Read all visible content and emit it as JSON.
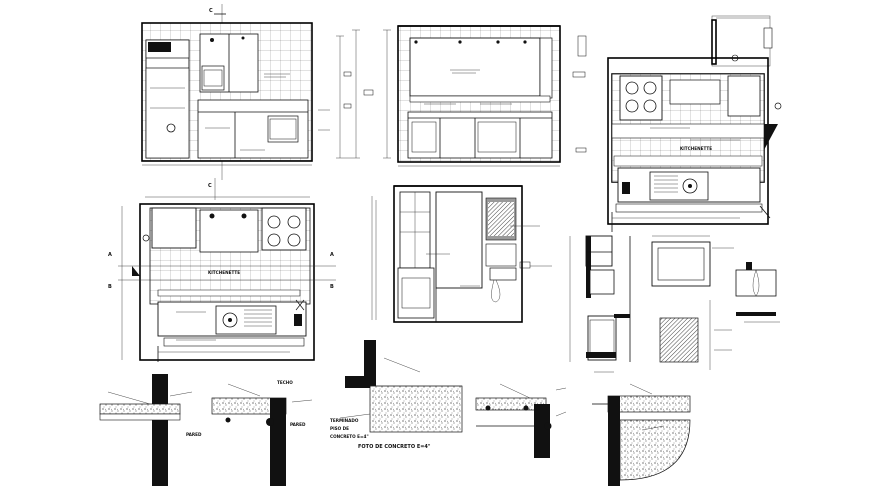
{
  "section_marks": {
    "c_top": "C",
    "c_mid": "C",
    "a_left": "A",
    "a_right": "A",
    "b_left": "B",
    "b_right": "B"
  },
  "labels": {
    "kitchenette_plan": "KITCHENETTE",
    "kitchenette_right": "KITCHENETTE",
    "techo": "TECHO",
    "pared_1": "PARED",
    "pared_2": "PARED",
    "piso_concreto": "PISO DE CONCRETO E=4\"",
    "foto_concreto": "FOTO DE CONCRETO E=4\"",
    "terminado": "TERMINADO",
    "piso_de": "PISO DE",
    "concreto_e": "CONCRETO E=4\""
  },
  "colors": {
    "ink": "#111111",
    "paper": "#ffffff",
    "gray": "#9a9a9a"
  }
}
